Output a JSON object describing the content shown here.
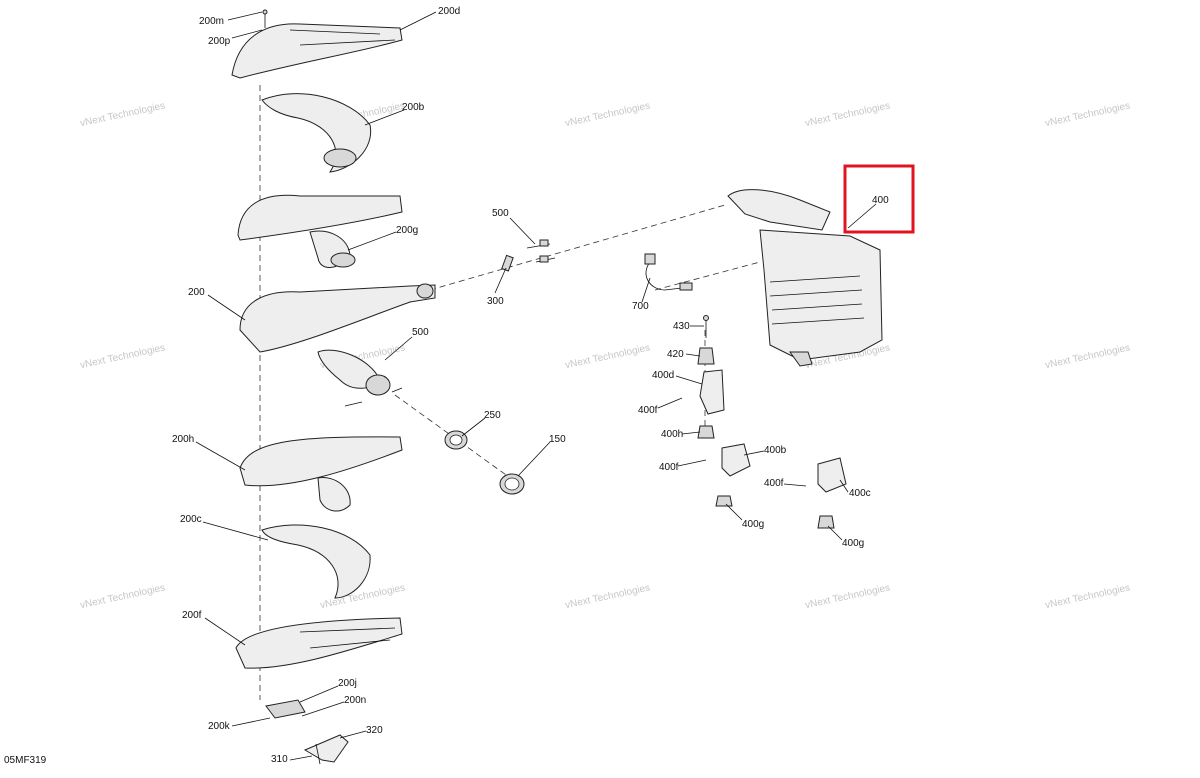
{
  "diagram_code": "05MF319",
  "watermark_text": "vNext Technologies",
  "highlight_color": "#e0141e",
  "callouts": {
    "c200m": "200m",
    "c200p": "200p",
    "c200d": "200d",
    "c200b": "200b",
    "c200g": "200g",
    "c200": "200",
    "c500a": "500",
    "c300": "300",
    "c500b": "500",
    "c250": "250",
    "c150": "150",
    "c200h": "200h",
    "c200c": "200c",
    "c200f": "200f",
    "c200j": "200j",
    "c200n": "200n",
    "c200k": "200k",
    "c320": "320",
    "c310": "310",
    "c400": "400",
    "c700": "700",
    "c430": "430",
    "c420": "420",
    "c400d": "400d",
    "c400f1": "400f",
    "c400h": "400h",
    "c400b": "400b",
    "c400f2": "400f",
    "c400f3": "400f",
    "c400c": "400c",
    "c400g1": "400g",
    "c400g2": "400g"
  }
}
